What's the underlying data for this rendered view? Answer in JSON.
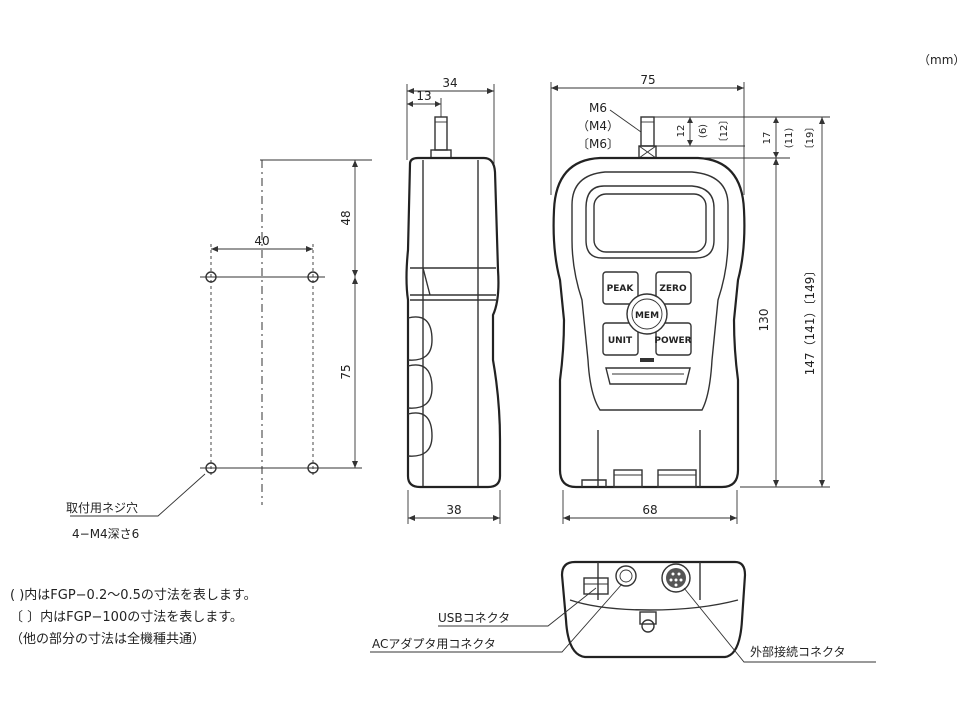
{
  "unit_label": "（mm）",
  "dims": {
    "side_width_top": "34",
    "side_probe_offset": "13",
    "side_width_bottom": "38",
    "front_width_top": "75",
    "front_width_bottom": "68",
    "thread_label_1": "M6",
    "thread_label_2": "（M4）",
    "thread_label_3": "〔M6〕",
    "probe_len_1": "12",
    "probe_len_2": "(6)",
    "probe_len_3": "〔12〕",
    "tip_len_1": "17",
    "tip_len_2": "(11)",
    "tip_len_3": "〔19〕",
    "body_height": "130",
    "total_height": "147（141）〔149〕",
    "hole_spacing_h": "40",
    "hole_to_top": "48",
    "hole_spacing_v": "75"
  },
  "buttons": {
    "peak": "PEAK",
    "zero": "ZERO",
    "mem": "MEM",
    "unit": "UNIT",
    "power": "POWER"
  },
  "labels": {
    "mount_holes_1": "取付用ネジ穴",
    "mount_holes_2": "4−M4深さ6",
    "usb": "USBコネクタ",
    "ac": "ACアダプタ用コネクタ",
    "ext": "外部接続コネクタ"
  },
  "notes": [
    "( )内はFGP−0.2～0.5の寸法を表します。",
    "〔 〕内はFGP−100の寸法を表します。",
    "（他の部分の寸法は全機種共通）"
  ]
}
